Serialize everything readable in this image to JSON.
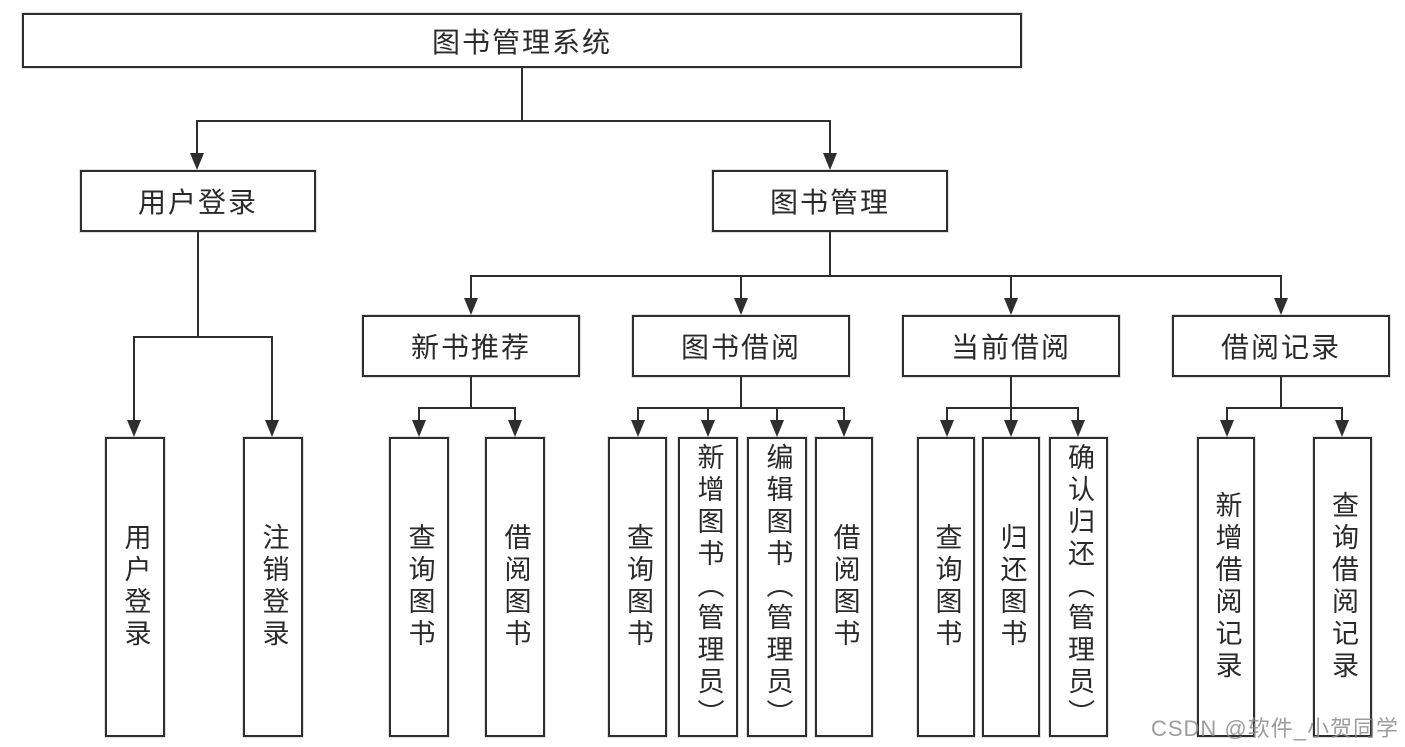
{
  "diagram": {
    "tree": {
      "root": {
        "label": "图书管理系统"
      },
      "children": [
        {
          "label": "用户登录",
          "children": [
            {
              "label": "用户登录"
            },
            {
              "label": "注销登录"
            }
          ]
        },
        {
          "label": "图书管理",
          "children": [
            {
              "label": "新书推荐",
              "children": [
                {
                  "label": "查询图书"
                },
                {
                  "label": "借阅图书"
                }
              ]
            },
            {
              "label": "图书借阅",
              "children": [
                {
                  "label": "查询图书"
                },
                {
                  "label": "新增图书（管理员）"
                },
                {
                  "label": "编辑图书（管理员）"
                },
                {
                  "label": "借阅图书"
                }
              ]
            },
            {
              "label": "当前借阅",
              "children": [
                {
                  "label": "查询图书"
                },
                {
                  "label": "归还图书"
                },
                {
                  "label": "确认归还（管理员）"
                }
              ]
            },
            {
              "label": "借阅记录",
              "children": [
                {
                  "label": "新增借阅记录"
                },
                {
                  "label": "查询借阅记录"
                }
              ]
            }
          ]
        }
      ]
    },
    "colors": {
      "line": "#2e2e2e",
      "box_border": "#2e2e2e",
      "box_fill": "#ffffff",
      "text": "#2a2a2a",
      "watermark": "#8c8c8c"
    }
  },
  "watermark": {
    "text": "CSDN @软件_小贺同学"
  }
}
